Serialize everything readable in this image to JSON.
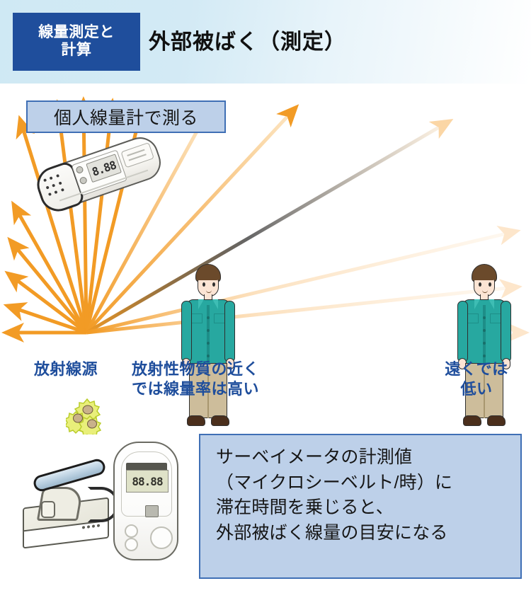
{
  "header": {
    "badge_label": "線量測定と\n計算",
    "badge_line1": "線量測定と",
    "badge_line2": "計算",
    "title": "外部被ばく（測定）",
    "badge_color": "#1f4e9c",
    "band_color": "#cfe9f4"
  },
  "diagram": {
    "callout": {
      "label": "個人線量計で測る"
    },
    "dosimeter": {
      "display_value": "8.88",
      "name": "個人線量計"
    },
    "source": {
      "label": "放射線源"
    },
    "near_caption": {
      "line1": "放射性物質の近く",
      "line2": "では線量率は高い"
    },
    "far_caption": {
      "line1": "遠くでは",
      "line2": "低い"
    },
    "caption_color": "#1f4e9c",
    "ray_color": "#f29b25",
    "ray_count": 16
  },
  "bottom": {
    "gm_meter": {
      "name": "GMサーベイメータ"
    },
    "digital_meter": {
      "name": "デジタルサーベイメータ",
      "display_value": "88.88"
    },
    "info_box": {
      "line1": "サーベイメータの計測値",
      "line2": "（マイクロシーベルト/時）に",
      "line3": "滞在時間を乗じると、",
      "line4": "外部被ばく線量の目安になる",
      "fill_color": "#bdd0e9",
      "border_color": "#3f6fb5"
    }
  }
}
